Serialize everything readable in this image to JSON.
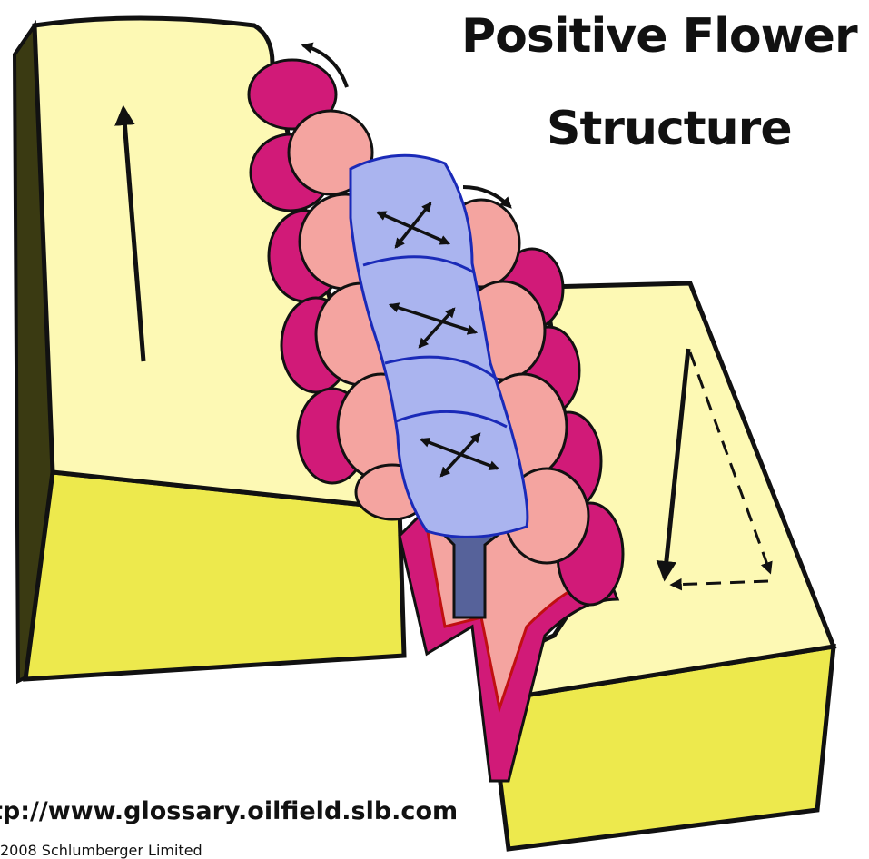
{
  "title": {
    "line1": "Positive Flower",
    "line2": "Structure"
  },
  "footer": {
    "url": "tp://www.glossary.oilfield.slb.com",
    "copyright": "2008 Schlumberger Limited"
  },
  "colors": {
    "block_top": "#fdf9b4",
    "block_side": "#ede94d",
    "block_dark_side": "#3a3a12",
    "outer_petal": "#d11a78",
    "middle_petal": "#f4a4a0",
    "core": "#aab4ef",
    "core_stem": "#56629a",
    "outline": "#111111"
  },
  "icons": [
    "upward-motion-arrow",
    "rotation-arrow",
    "compression-arrow",
    "displacement-vector-triangle"
  ]
}
